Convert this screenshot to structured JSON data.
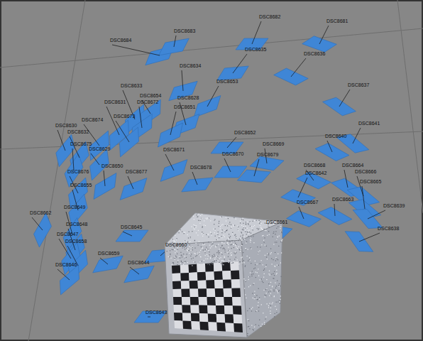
{
  "diagram": {
    "labels": [
      "DSC8684",
      "DSC8683",
      "DSC8682",
      "DSC8681",
      "DSC8635",
      "DSC8636",
      "DSC8634",
      "DSC8637",
      "DSC8633",
      "DSC8654",
      "DSC8672",
      "DSC8653",
      "DSC8628",
      "DSC8631",
      "DSC8651",
      "DSC8673",
      "DSC8674",
      "DSC8630",
      "DSC8632",
      "DSC8641",
      "DSC8652",
      "DSC8640",
      "DSC8669",
      "DSC8675",
      "DSC8629",
      "DSC8671",
      "DSC8670",
      "DSC8679",
      "DSC8668",
      "DSC8678",
      "DSC8650",
      "DSC8677",
      "DSC8676",
      "DSC8642",
      "DSC8664",
      "DSC8666",
      "DSC8665",
      "DSC8655",
      "DSC8663",
      "DSC8662",
      "DSC8649",
      "DSC8639",
      "DSC8667",
      "DSC8661",
      "DSC8648",
      "DSC8645",
      "DSC8638",
      "DSC8647",
      "DSC8658",
      "DSC8660",
      "DSC8659",
      "DSC8644",
      "DSC8646",
      "DSC8643"
    ]
  }
}
